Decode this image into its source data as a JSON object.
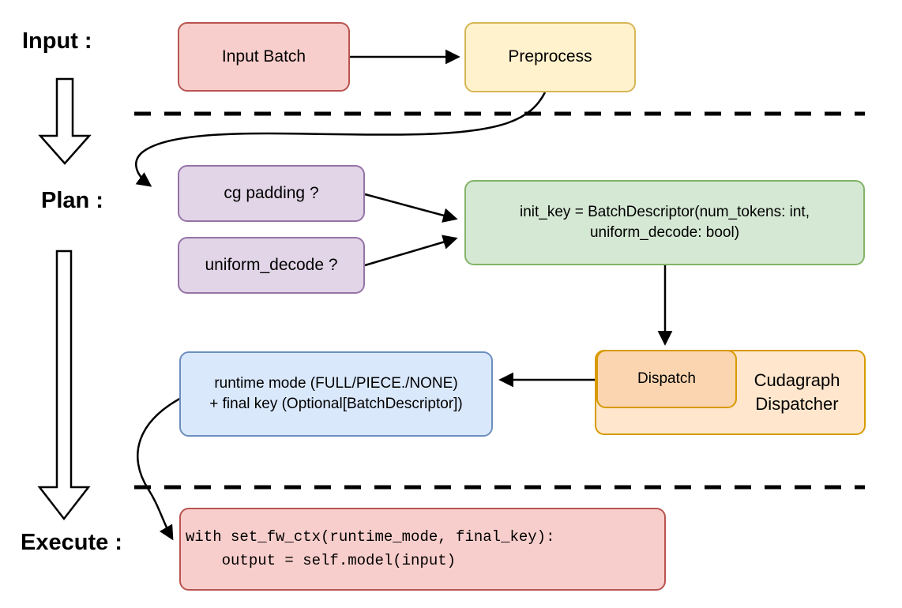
{
  "labels": {
    "input": "Input :",
    "plan": "Plan :",
    "execute": "Execute :"
  },
  "nodes": {
    "input_batch": {
      "label": "Input Batch"
    },
    "preprocess": {
      "label": "Preprocess"
    },
    "cg_padding": {
      "label": "cg padding ?"
    },
    "uniform_decode": {
      "label": "uniform_decode ?"
    },
    "init_key": {
      "line1": "init_key = BatchDescriptor(num_tokens: int,",
      "line2": "uniform_decode: bool)"
    },
    "runtime_mode": {
      "line1": "runtime mode (FULL/PIECE./NONE)",
      "line2": "+ final key (Optional[BatchDescriptor])"
    },
    "dispatch": {
      "label": "Dispatch"
    },
    "cudagraph_dispatcher": {
      "line1": "Cudagraph",
      "line2": "Dispatcher"
    },
    "execute_code": {
      "line1": "with set_fw_ctx(runtime_mode, final_key):",
      "line2": "    output = self.model(input)"
    }
  },
  "colors": {
    "red_fill": "#f8cecc",
    "red_border": "#b85450",
    "yellow_fill": "#fff2cc",
    "yellow_border": "#d6b656",
    "purple_fill": "#e1d5e7",
    "purple_border": "#9673a6",
    "green_fill": "#d5e8d4",
    "green_border": "#82b366",
    "blue_fill": "#dae8fc",
    "blue_border": "#6c8ebf",
    "orange_fill": "#ffe6cc",
    "orange_border": "#d79b00",
    "orange_inner_fill": "#fbd5b0",
    "connector": "#000000"
  }
}
